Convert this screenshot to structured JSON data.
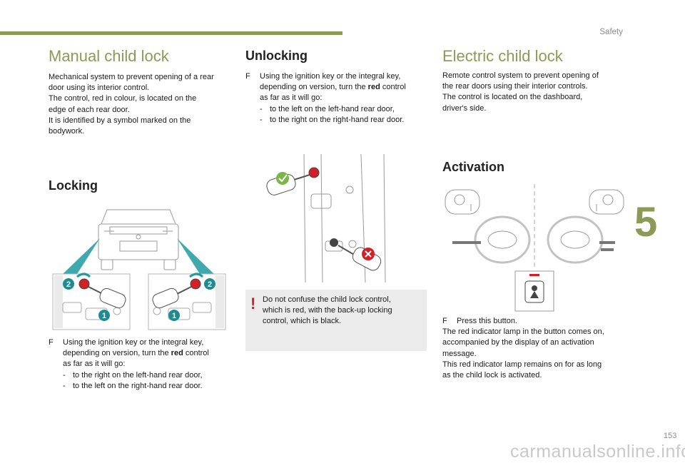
{
  "header": {
    "section": "Safety",
    "chapter": "5"
  },
  "manual": {
    "title": "Manual child lock",
    "lines": [
      "Mechanical system to prevent opening of a rear",
      "door using its interior control.",
      "The control, red in colour, is located on the",
      "edge of each rear door.",
      "It is identified by a symbol marked on the",
      "bodywork."
    ]
  },
  "locking": {
    "title": "Locking",
    "bullet_glyph": "F",
    "instruction_line1": "Using the ignition key or the integral key,",
    "instruction_line2_pre": "depending on version, turn the ",
    "instruction_red_word": "red",
    "instruction_line2_post": " control",
    "instruction_line3": "as far as it will go:",
    "dash": "-",
    "items": [
      "to the right on the left-hand rear door,",
      "to the left on the right-hand rear door."
    ],
    "figure_labels": {
      "left_top": "2",
      "left_bottom": "1",
      "right_top": "2",
      "right_bottom": "1"
    }
  },
  "unlocking": {
    "title": "Unlocking",
    "bullet_glyph": "F",
    "instruction_line1": "Using the ignition key or the integral key,",
    "instruction_line2_pre": "depending on version, turn the ",
    "instruction_red_word": "red",
    "instruction_line2_post": " control",
    "instruction_line3": "as far as it will go:",
    "dash": "-",
    "items": [
      "to the left on the left-hand rear door,",
      "to the right on the right-hand rear door."
    ]
  },
  "warning": {
    "mark": "!",
    "lines": [
      "Do not confuse the child lock control,",
      "which is red, with the back-up locking",
      "control, which is black."
    ]
  },
  "electric": {
    "title": "Electric child lock",
    "lines": [
      "Remote control system to prevent opening of",
      "the rear doors using their interior controls.",
      "The control is located on the dashboard,",
      "driver's side."
    ]
  },
  "activation": {
    "title": "Activation",
    "bullet_glyph": "F",
    "step": "Press this button.",
    "lines": [
      "The red indicator lamp in the button comes on,",
      "accompanied by the display of an activation",
      "message.",
      "This red indicator lamp remains on for as long",
      "as the child lock is activated."
    ]
  },
  "footer": {
    "page": "153",
    "watermark": "carmanualsonline.info"
  },
  "colors": {
    "accent": "#8c9a55",
    "arrow": "#1f9aa0",
    "badge": "#1e8b93",
    "danger": "#d32027",
    "ok": "#7ab648"
  }
}
